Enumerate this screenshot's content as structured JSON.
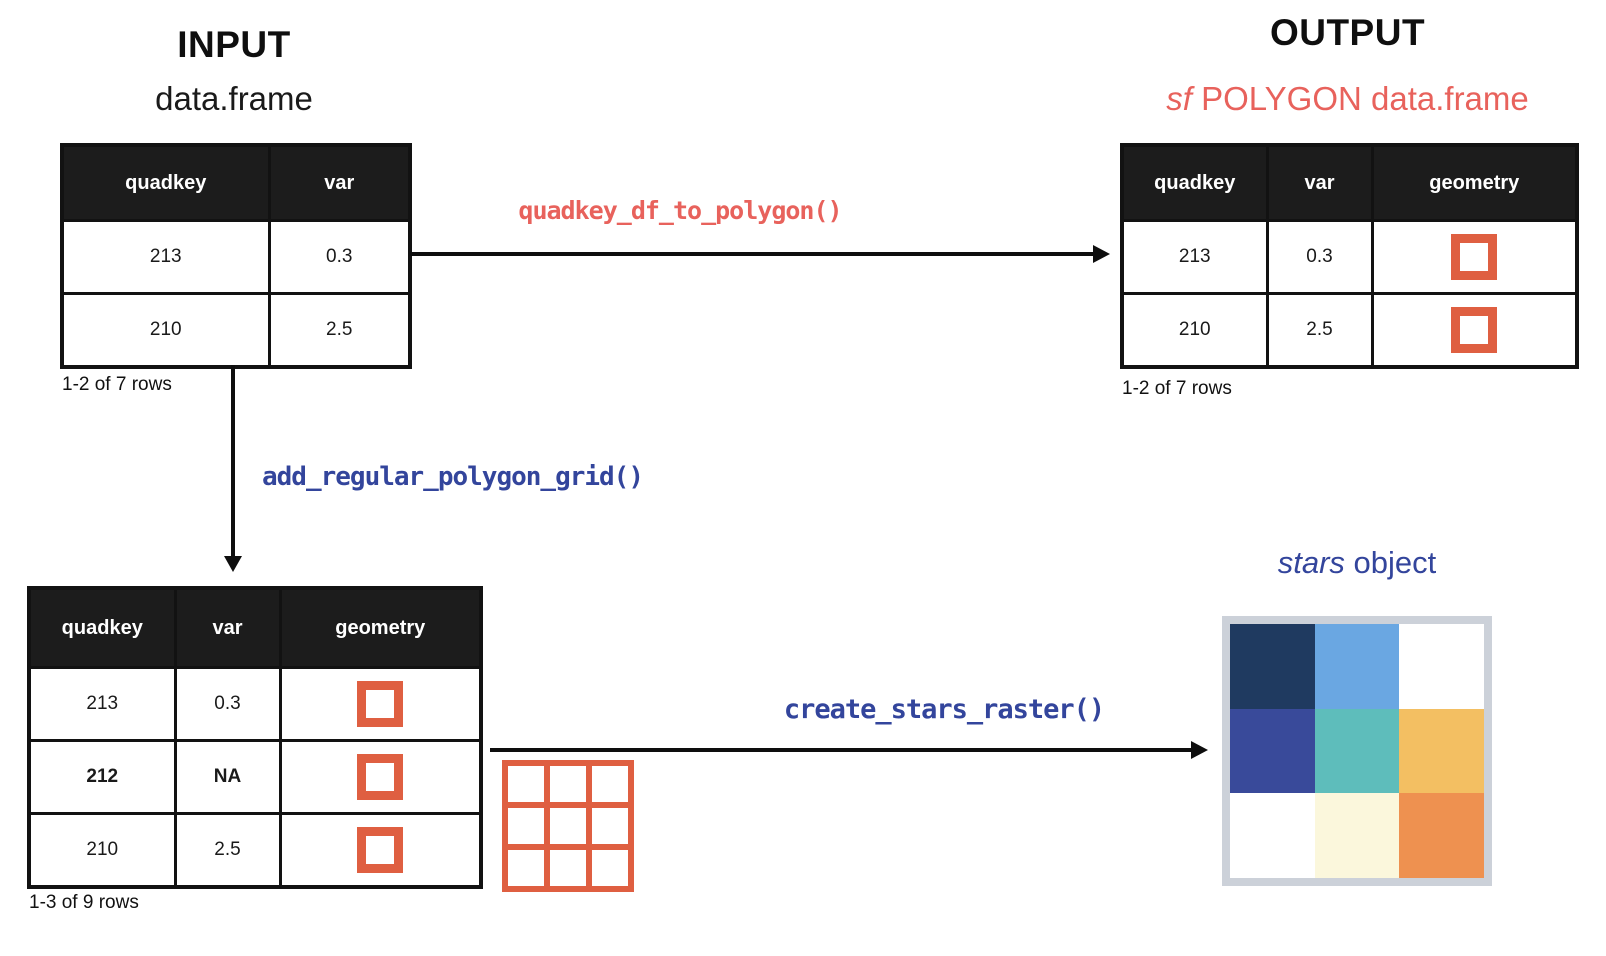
{
  "input": {
    "title": "INPUT",
    "subtitle": "data.frame",
    "table": {
      "headers": [
        "quadkey",
        "var"
      ],
      "rows": [
        [
          "213",
          "0.3"
        ],
        [
          "210",
          "2.5"
        ]
      ],
      "caption": "1-2 of 7 rows"
    }
  },
  "output": {
    "title": "OUTPUT",
    "subtitle": {
      "italic": "sf",
      "rest": " POLYGON data.frame"
    },
    "table": {
      "headers": [
        "quadkey",
        "var",
        "geometry"
      ],
      "rows": [
        [
          "213",
          "0.3"
        ],
        [
          "210",
          "2.5"
        ]
      ],
      "caption": "1-2 of 7 rows"
    }
  },
  "grid_table": {
    "headers": [
      "quadkey",
      "var",
      "geometry"
    ],
    "rows": [
      [
        "213",
        "0.3"
      ],
      [
        "212",
        "NA"
      ],
      [
        "210",
        "2.5"
      ]
    ],
    "bold_row_index": 1,
    "caption": "1-3 of 9 rows"
  },
  "labels": {
    "fn_quadkey_df_to_polygon": "quadkey_df_to_polygon()",
    "fn_add_regular_polygon_grid": "add_regular_polygon_grid()",
    "fn_create_stars_raster": "create_stars_raster()",
    "stars_title": {
      "italic": "stars",
      "rest": " object"
    }
  },
  "icons": {
    "geometry_cell": "orange-square-outline-icon",
    "polygon_grid": "orange-3x3-grid-icon",
    "arrows": [
      "arrow-right-icon",
      "arrow-down-icon",
      "arrow-right-icon"
    ]
  },
  "colors": {
    "function_red": "#e8625c",
    "function_blue": "#33459c",
    "geometry_orange": "#df5f41",
    "table_header_bg": "#1c1c1c",
    "raster_frame": "#ccd1d9"
  },
  "stars_raster": {
    "rows": 3,
    "cols": 3,
    "cells": [
      [
        "#1f3a60",
        "#6aa7e2",
        "#ffffff"
      ],
      [
        "#394a9a",
        "#5ebdbb",
        "#f3bf62"
      ],
      [
        "#ffffff",
        "#fbf7dc",
        "#ee9150"
      ]
    ]
  }
}
